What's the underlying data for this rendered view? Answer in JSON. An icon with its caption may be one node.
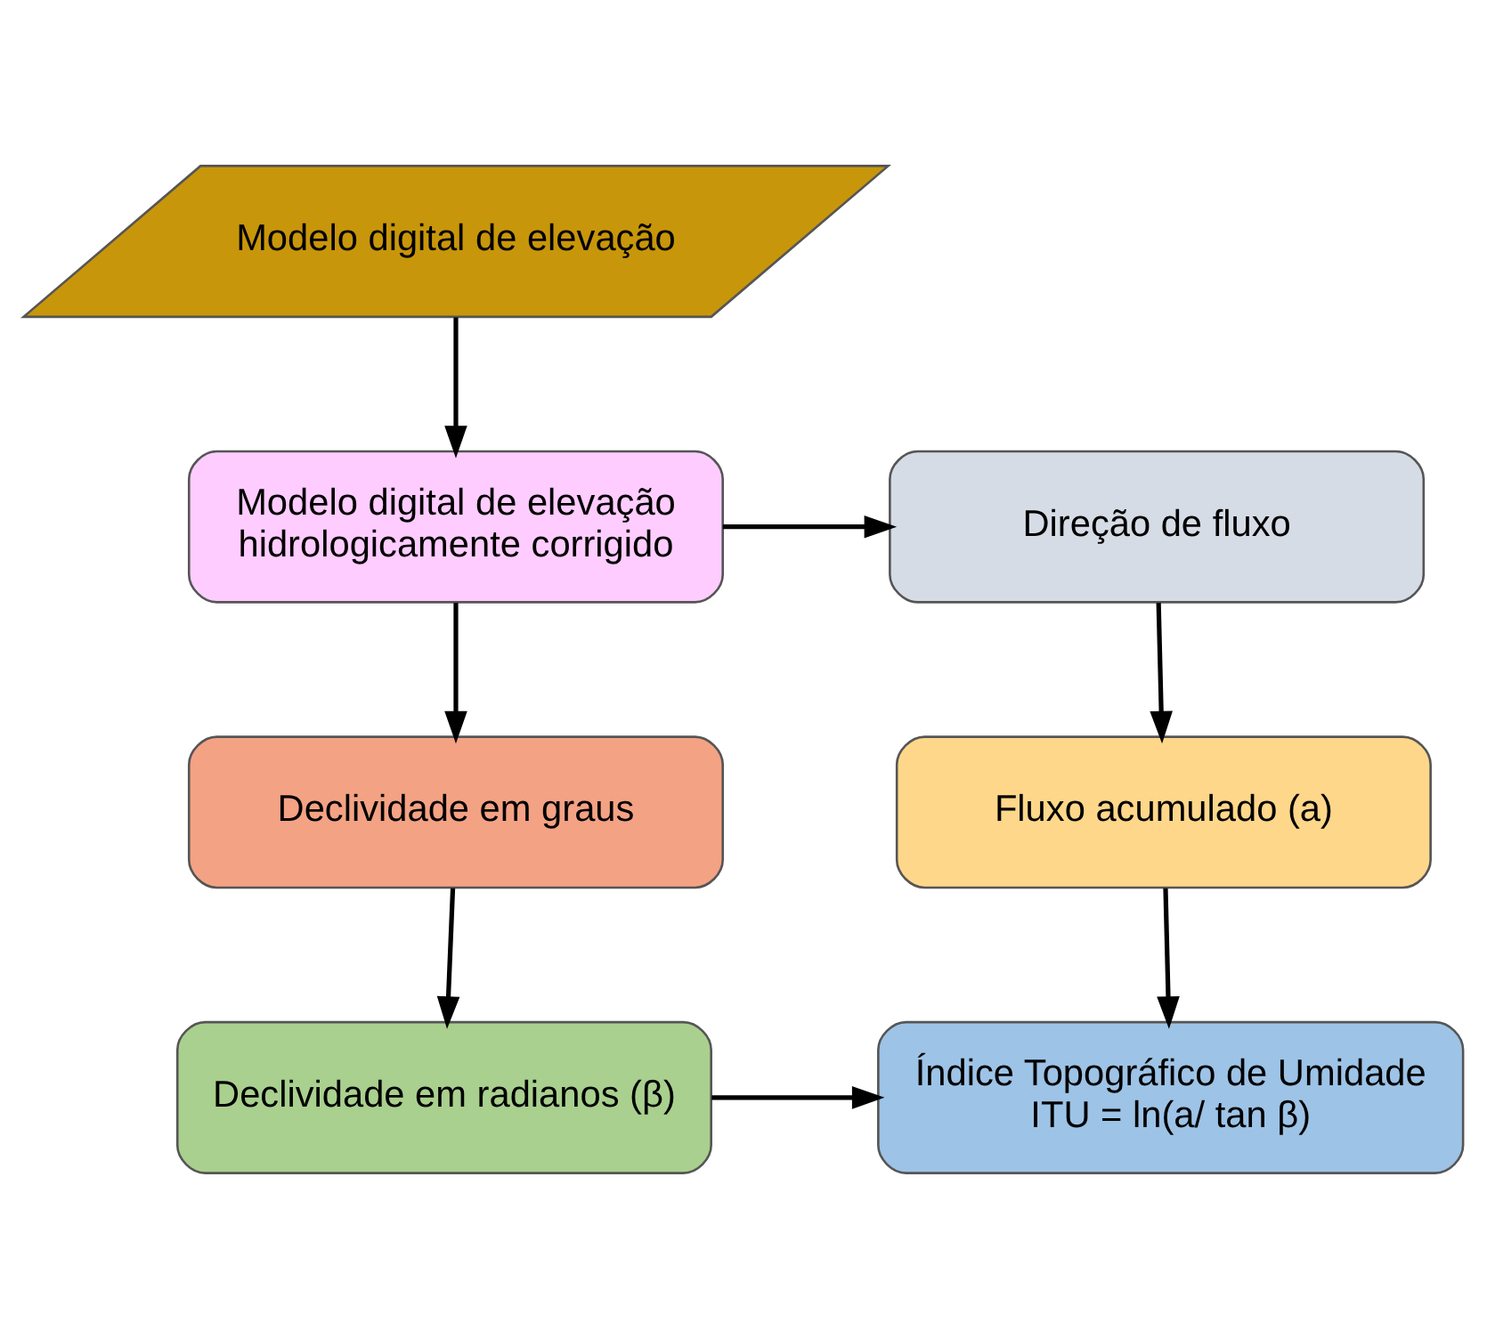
{
  "diagram": {
    "nodes": [
      {
        "text": [
          "Modelo digital de elevação"
        ]
      },
      {
        "text": [
          "Modelo digital de elevação hidrologicamente corrigido"
        ]
      },
      {
        "text": [
          "Direção de fluxo"
        ]
      },
      {
        "text": [
          "Declividade em graus"
        ]
      },
      {
        "text": [
          "Fluxo acumulado (a)"
        ]
      },
      {
        "text": [
          "Declividade em radianos (β)"
        ]
      },
      {
        "text": [
          "Índice Topográfico de Umidade",
          "ITU = ln(a/ tan β)"
        ]
      }
    ],
    "edges": [
      {
        "from": 0,
        "to": 1,
        "arrow": "to"
      },
      {
        "from": 1,
        "to": 2,
        "arrow": "to"
      },
      {
        "from": 1,
        "to": 3,
        "arrow": "to"
      },
      {
        "from": 2,
        "to": 4,
        "arrow": "to"
      },
      {
        "from": 3,
        "to": 5,
        "arrow": "to"
      },
      {
        "from": 4,
        "to": 6,
        "arrow": "to"
      },
      {
        "from": 5,
        "to": 6,
        "arrow": "to"
      }
    ]
  }
}
